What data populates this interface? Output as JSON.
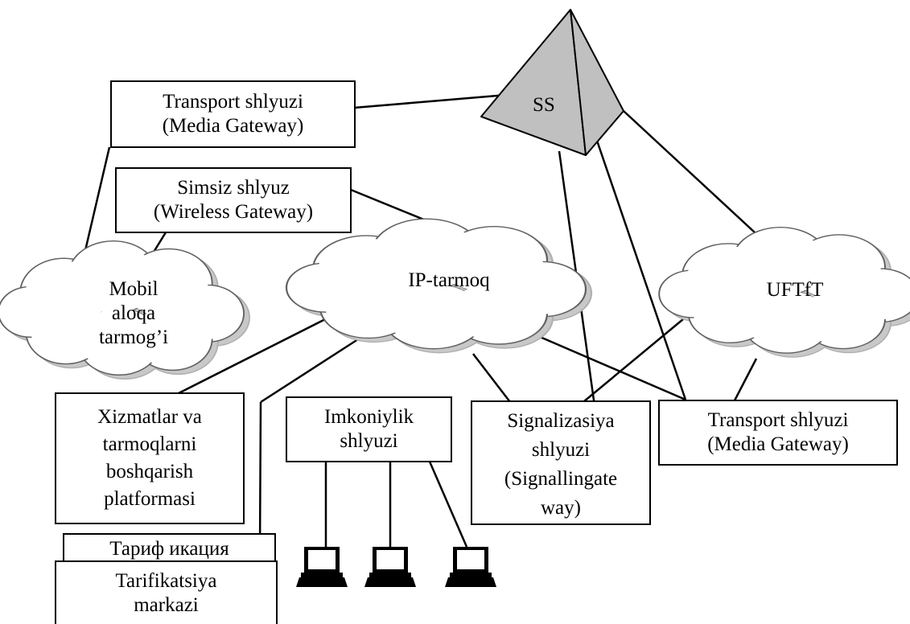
{
  "nodes": {
    "ss": "SS",
    "ip_network": "IP-tarmoq",
    "mobile_network": [
      "Mobil",
      "aloqa",
      "tarmog’i"
    ],
    "pstn": "UFTfT",
    "media_gateway_top": [
      "Transport shlyuzi",
      "(Media Gateway)"
    ],
    "wireless_gateway": [
      "Simsiz shlyuz",
      "(Wireless Gateway)"
    ],
    "service_platform": [
      "Xizmatlar va",
      "tarmoqlarni",
      "boshqarish",
      "platformasi"
    ],
    "access_gateway": [
      "Imkoniylik",
      "shlyuzi"
    ],
    "signalling_gateway": [
      "Signalizasiya",
      "shlyuzi",
      "(Signallingate",
      "way)"
    ],
    "media_gateway_bottom": [
      "Transport shlyuzi",
      "(Media Gateway)"
    ],
    "billing_ru": "Тариф икация",
    "billing_center": [
      "Tarifikatsiya",
      "markazi"
    ]
  },
  "terminals": [
    "terminal",
    "terminal",
    "terminal"
  ],
  "colors": {
    "pyramid_fill": "#c0c0c0",
    "line": "#000000",
    "cloud_shadow": "#c8c8c8"
  }
}
